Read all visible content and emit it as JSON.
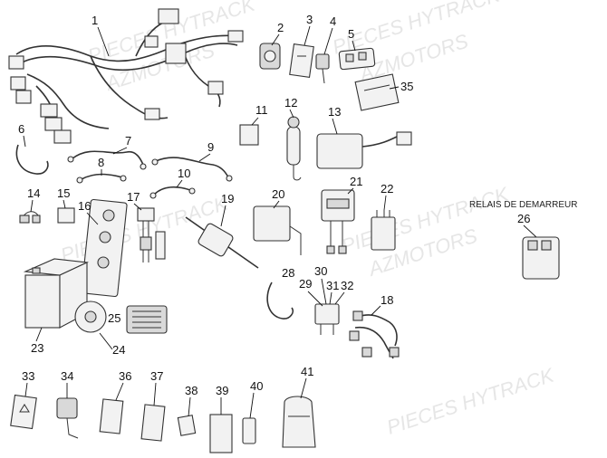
{
  "relay_title": "RELAIS DE DEMARREUR",
  "watermark_lines": [
    "PIECES HYTRACK",
    "AZMOTORS"
  ],
  "callouts": [
    "1",
    "2",
    "3",
    "4",
    "5",
    "6",
    "7",
    "8",
    "9",
    "10",
    "11",
    "12",
    "13",
    "14",
    "15",
    "16",
    "17",
    "18",
    "19",
    "20",
    "21",
    "22",
    "23",
    "24",
    "25",
    "26",
    "28",
    "29",
    "30",
    "31",
    "32",
    "33",
    "34",
    "35",
    "36",
    "37",
    "38",
    "39",
    "40",
    "41"
  ],
  "icons": {
    "wiring-harness": "wiring-harness-icon",
    "connector": "connector-icon",
    "relay": "relay-icon",
    "battery": "battery-icon",
    "horn": "horn-icon",
    "regulator": "regulator-icon",
    "ignition-coil": "ignition-coil-icon",
    "cdi": "cdi-icon"
  }
}
